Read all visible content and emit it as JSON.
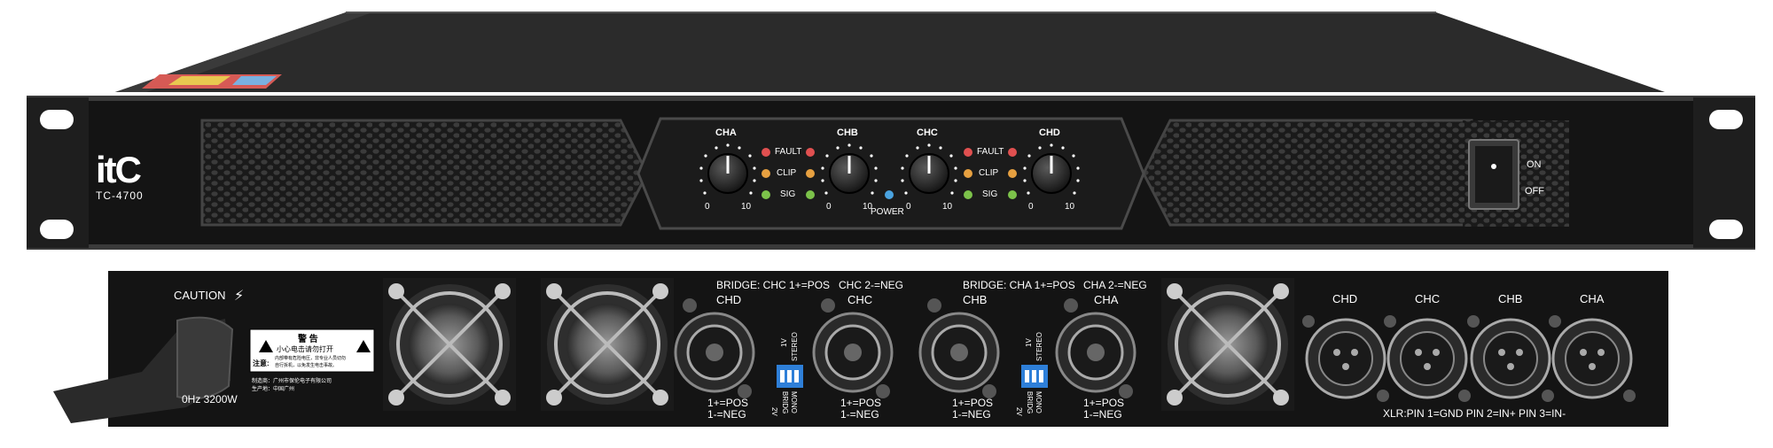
{
  "front": {
    "brand": "itC",
    "model": "TC-4700",
    "channels": [
      "CHA",
      "CHB",
      "CHC",
      "CHD"
    ],
    "knob_scale": {
      "min": "0",
      "max": "10"
    },
    "leds": [
      "FAULT",
      "CLIP",
      "SIG"
    ],
    "power_label": "POWER",
    "switch_on": "ON",
    "switch_off": "OFF"
  },
  "rear": {
    "caution": "CAUTION",
    "power_spec": "0Hz  3200W",
    "warning_title": "警 告",
    "warning_sub": "小心电击请勿打开",
    "warning_note_label": "注意:",
    "warning_note_line1": "内部带有危险电压，非专业人员切勿",
    "warning_note_line2": "自行拆机，以免发生电击事故。",
    "maker_line1": "制造商：广州市保伦电子有限公司",
    "maker_line2": "生产地：中国广州",
    "bridge_1": "BRIDGE: CHC 1+=POS",
    "bridge_1b": "CHC 2-=NEG",
    "bridge_2": "BRIDGE: CHA 1+=POS",
    "bridge_2b": "CHA 2-=NEG",
    "speakon_labels": [
      "CHD",
      "CHC",
      "CHB",
      "CHA"
    ],
    "pos_label": "1+=POS",
    "neg_label": "1-=NEG",
    "dip_top_1": "1V",
    "dip_top_2": "STEREO",
    "dip_bot_1": "2V",
    "dip_bot_2": "BRIDG",
    "dip_bot_3": "MONO",
    "xlr_labels": [
      "CHD",
      "CHC",
      "CHB",
      "CHA"
    ],
    "xlr_pinout": "XLR:PIN 1=GND PIN 2=IN+ PIN 3=IN-"
  },
  "colors": {
    "panel": "#141414",
    "chassis_top": "#2a2a2a",
    "rack_ear": "#1c1c1c",
    "text": "#ffffff",
    "led_fault": "#e05050",
    "led_clip": "#e6a040",
    "led_sig": "#7cc24a",
    "led_power": "#4aa3e0",
    "dip": "#2e7fd8"
  }
}
